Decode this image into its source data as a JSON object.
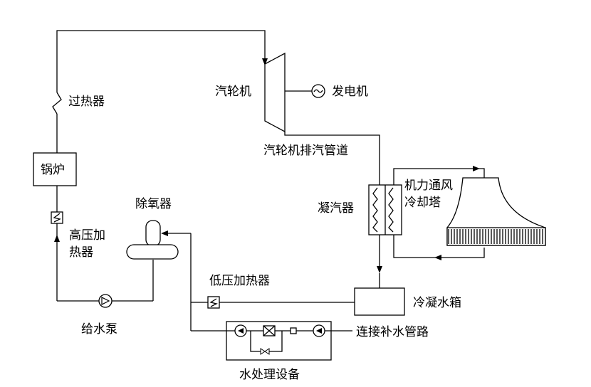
{
  "labels": {
    "superheater": "过热器",
    "turbine": "汽轮机",
    "generator": "发电机",
    "exhaust_pipe": "汽轮机排汽管道",
    "boiler": "锅炉",
    "condenser": "凝汽器",
    "cooling_tower_line1": "机力通风",
    "cooling_tower_line2": "冷却塔",
    "deaerator": "除氧器",
    "hp_heater_line1": "高压加",
    "hp_heater_line2": "热器",
    "lp_heater": "低压加热器",
    "condensate_tank": "冷凝水箱",
    "feed_pump": "给水泵",
    "makeup_line": "连接补水管路",
    "water_treatment": "水处理设备"
  },
  "colors": {
    "line": "#000000",
    "background": "#ffffff"
  }
}
